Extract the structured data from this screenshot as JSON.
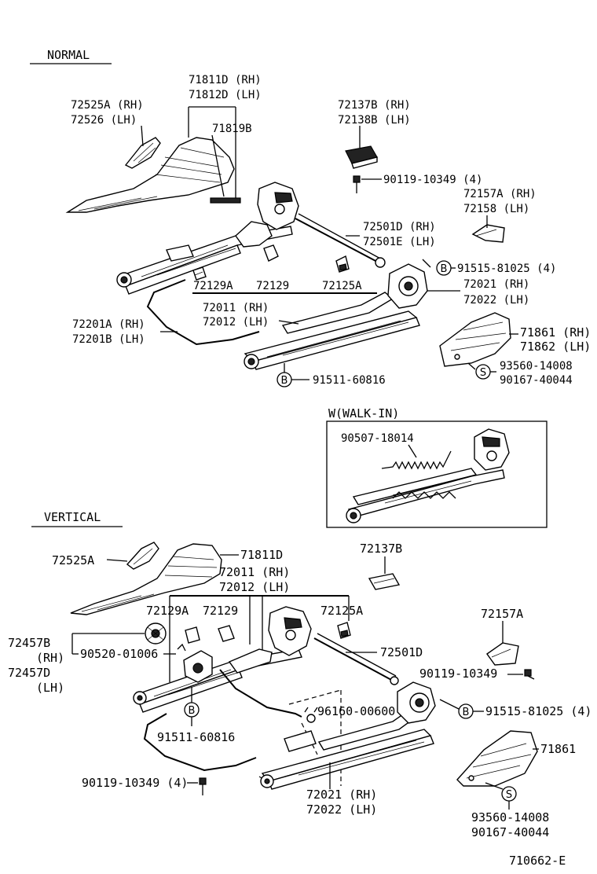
{
  "sections": {
    "normal": "NORMAL",
    "walk_in": "W(WALK-IN)",
    "vertical": "VERTICAL"
  },
  "normal_labels": {
    "p71811D": "71811D (RH)",
    "p71812D": "71812D (LH)",
    "p72525A": "72525A (RH)",
    "p72526": "72526  (LH)",
    "p71819B": "71819B",
    "p72137B": "72137B (RH)",
    "p72138B": "72138B (LH)",
    "p90119a": "90119-10349 (4)",
    "p72157A": "72157A (RH)",
    "p72158": "72158  (LH)",
    "p72501D": "72501D (RH)",
    "p72501E": "72501E (LH)",
    "p91515": "91515-81025 (4)",
    "p72021": "72021 (RH)",
    "p72022": "72022 (LH)",
    "p72129A": "72129A",
    "p72129": "72129",
    "p72125A": "72125A",
    "p72011": "72011 (RH)",
    "p72012": "72012 (LH)",
    "p72201A": "72201A (RH)",
    "p72201B": "72201B (LH)",
    "p71861": "71861 (RH)",
    "p71862": "71862 (LH)",
    "p93560": "93560-14008",
    "p90167": "90167-40044",
    "p91511": "91511-60816"
  },
  "walkin_labels": {
    "p90507": "90507-18014"
  },
  "vertical_labels": {
    "p72525A": "72525A",
    "p71811D": "71811D",
    "p72137B": "72137B",
    "p72011": "72011 (RH)",
    "p72012": "72012 (LH)",
    "p72129A": "72129A",
    "p72129": "72129",
    "p72125A": "72125A",
    "p72157A": "72157A",
    "p72457B": "72457B",
    "rh": "(RH)",
    "p72457D": "72457D",
    "lh": "(LH)",
    "p90520": "90520-01006",
    "p72501D": "72501D",
    "p90119b": "90119-10349",
    "p96160": "96160-00600",
    "p91515": "91515-81025 (4)",
    "p91511": "91511-60816",
    "p71861": "71861",
    "p90119c": "90119-10349 (4)",
    "p72021": "72021 (RH)",
    "p72022": "72022 (LH)",
    "p93560": "93560-14008",
    "p90167": "90167-40044"
  },
  "markers": {
    "b": "B",
    "s": "S"
  },
  "figure_id": "710662-E"
}
